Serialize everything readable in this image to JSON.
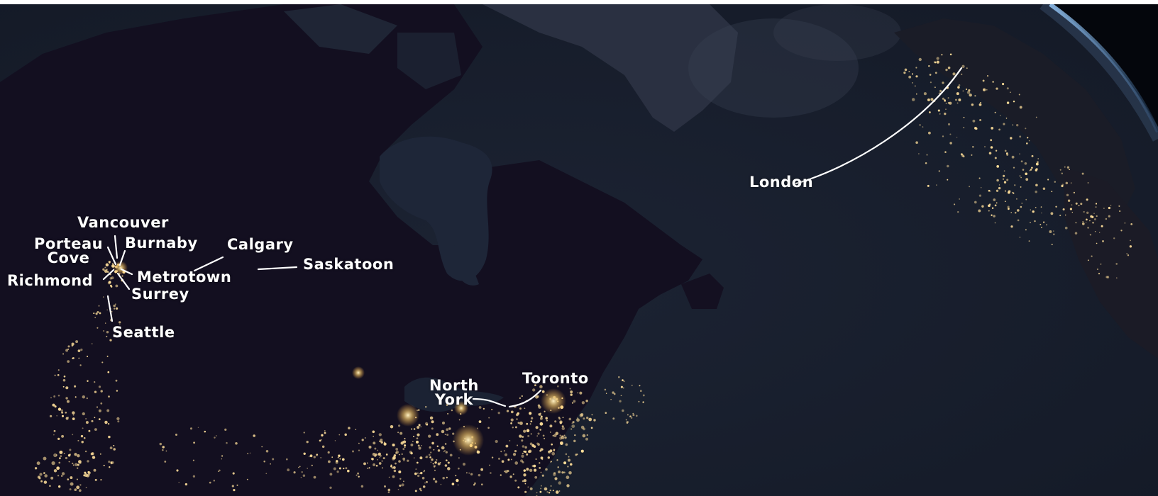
{
  "colors": {
    "space": "#05080f",
    "ocean": "#1a2130",
    "land": "#120f1e",
    "greenland": "#2a3040",
    "city_lights": "#ffdf9a",
    "atmosphere": "#6fa8dc",
    "labels": "#ffffff",
    "leader_lines": "#ffffff"
  },
  "cities": [
    {
      "id": "london",
      "label": "London"
    },
    {
      "id": "vancouver",
      "label": "Vancouver"
    },
    {
      "id": "porteau-cove",
      "label": "Porteau\nCove"
    },
    {
      "id": "burnaby",
      "label": "Burnaby"
    },
    {
      "id": "metrotown",
      "label": "Metrotown"
    },
    {
      "id": "richmond",
      "label": "Richmond"
    },
    {
      "id": "surrey",
      "label": "Surrey"
    },
    {
      "id": "seattle",
      "label": "Seattle"
    },
    {
      "id": "calgary",
      "label": "Calgary"
    },
    {
      "id": "saskatoon",
      "label": "Saskatoon"
    },
    {
      "id": "north-york",
      "label": "North\nYork"
    },
    {
      "id": "toronto",
      "label": "Toronto"
    }
  ]
}
